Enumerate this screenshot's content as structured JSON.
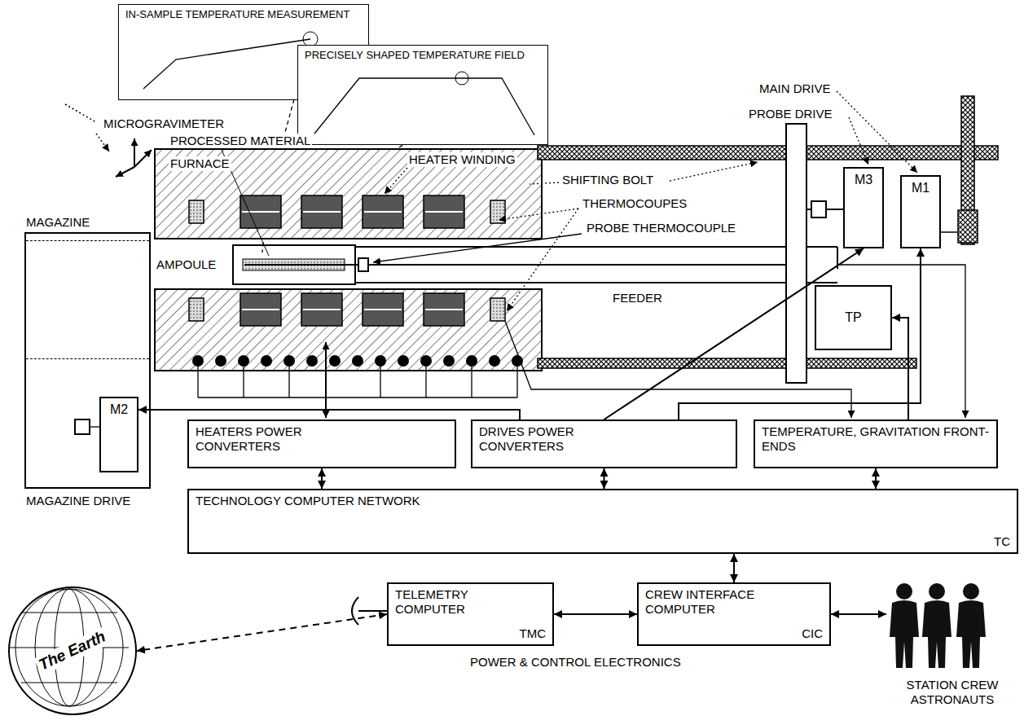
{
  "diagram": {
    "nodes": [
      {
        "text": [
          "IN-SAMPLE TEMPERATURE MEASUREMENT"
        ]
      },
      {
        "text": [
          "PRECISELY SHAPED TEMPERATURE FIELD"
        ]
      },
      {
        "text": [
          "MAGAZINE"
        ]
      },
      {
        "text": [
          "M2"
        ],
        "in": 2
      },
      {
        "text": [
          "AMPOULE"
        ]
      },
      {
        "text": [
          "M3"
        ]
      },
      {
        "text": [
          "M1"
        ]
      },
      {
        "text": [
          "TP"
        ]
      },
      {
        "text": [
          "HEATERS POWER CONVERTERS"
        ]
      },
      {
        "text": [
          "DRIVES POWER CONVERTERS"
        ]
      },
      {
        "text": [
          "TEMPERATURE, GRAVITATION FRONT-ENDS"
        ]
      },
      {
        "text": [
          "TECHNOLOGY COMPUTER NETWORK",
          "TC"
        ]
      },
      {
        "text": [
          "TELEMETRY COMPUTER",
          "TMC"
        ]
      },
      {
        "text": [
          "CREW INTERFACE COMPUTER",
          "CIC"
        ]
      },
      {
        "text": [
          "The Earth"
        ]
      },
      {
        "text": [
          "STATION CREW ASTRONAUTS"
        ]
      }
    ],
    "edges": [
      {
        "from": 8,
        "to": 11,
        "arrow": "both"
      },
      {
        "from": 9,
        "to": 11,
        "arrow": "both"
      },
      {
        "from": 10,
        "to": 11,
        "arrow": "both"
      },
      {
        "from": 11,
        "to": 13,
        "arrow": "both"
      },
      {
        "from": 12,
        "to": 13,
        "arrow": "both"
      },
      {
        "from": 13,
        "to": 15,
        "arrow": "both"
      },
      {
        "from": 12,
        "to": 14,
        "arrow": "both"
      },
      {
        "from": 9,
        "to": 5,
        "arrow": "to"
      },
      {
        "from": 9,
        "to": 6,
        "arrow": "to"
      },
      {
        "from": 9,
        "to": 3,
        "arrow": "to"
      },
      {
        "from": 10,
        "to": 7,
        "arrow": "to"
      }
    ],
    "labels": [
      "MICROGRAVIMETER",
      "PROCESSED MATERIAL",
      "FURNACE",
      "HEATER WINDING",
      "SHIFTING BOLT",
      "THERMOCOUPES",
      "PROBE THERMOCOUPLE",
      "MAIN DRIVE",
      "PROBE DRIVE",
      "FEEDER",
      "MAGAZINE DRIVE",
      "POWER & CONTROL ELECTRONICS"
    ]
  }
}
